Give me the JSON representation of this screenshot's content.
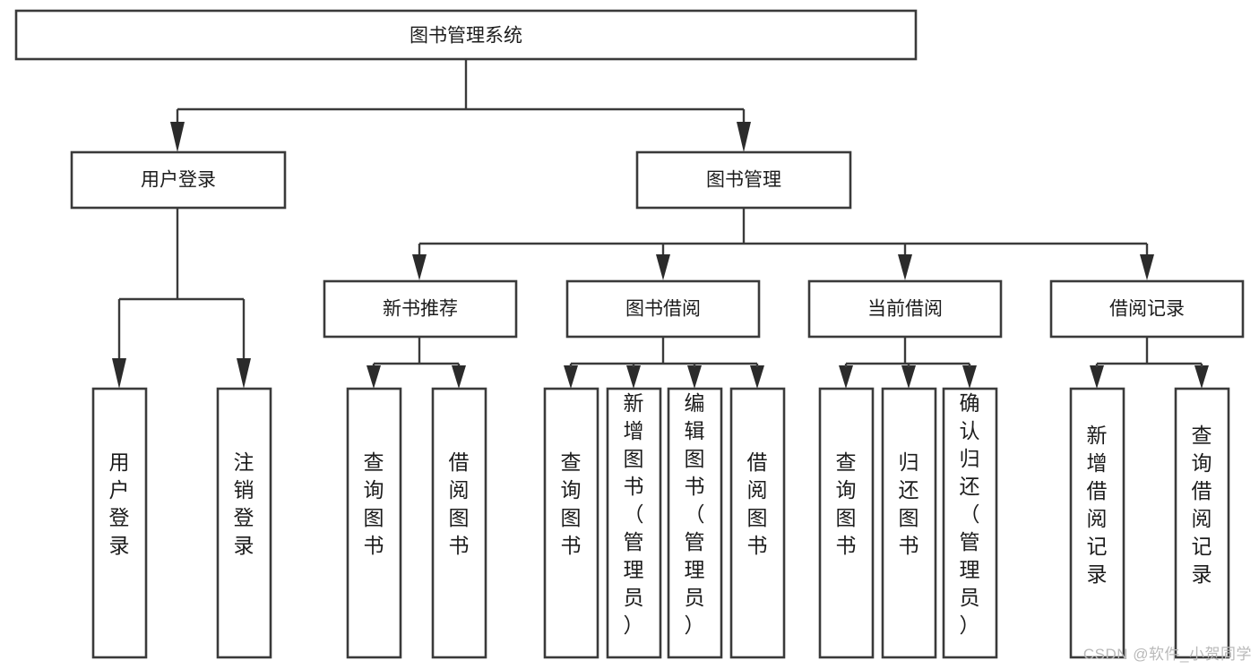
{
  "diagram": {
    "type": "tree-hierarchy-chart",
    "title": "图书管理系统",
    "watermark": "CSDN @软件_小贺同学",
    "nodes": {
      "root": {
        "label": "图书管理系统",
        "level": 0
      },
      "level1": [
        {
          "id": "user-login",
          "label": "用户登录"
        },
        {
          "id": "book-manage",
          "label": "图书管理"
        }
      ],
      "level2": [
        {
          "id": "new-book-rec",
          "label": "新书推荐",
          "parent": "book-manage"
        },
        {
          "id": "book-borrow",
          "label": "图书借阅",
          "parent": "book-manage"
        },
        {
          "id": "current-borrow",
          "label": "当前借阅",
          "parent": "book-manage"
        },
        {
          "id": "borrow-record",
          "label": "借阅记录",
          "parent": "book-manage"
        }
      ],
      "leaves": [
        {
          "id": "leaf-user-login",
          "label": "用户登录",
          "parent": "user-login",
          "tall": false
        },
        {
          "id": "leaf-user-logout",
          "label": "注销登录",
          "parent": "user-login",
          "tall": false
        },
        {
          "id": "leaf-query-book-1",
          "label": "查询图书",
          "parent": "new-book-rec",
          "tall": false
        },
        {
          "id": "leaf-borrow-book-1",
          "label": "借阅图书",
          "parent": "new-book-rec",
          "tall": false
        },
        {
          "id": "leaf-query-book-2",
          "label": "查询图书",
          "parent": "book-borrow",
          "tall": false
        },
        {
          "id": "leaf-add-book",
          "label": "新增图书（管理员）",
          "parent": "book-borrow",
          "tall": true
        },
        {
          "id": "leaf-edit-book",
          "label": "编辑图书（管理员）",
          "parent": "book-borrow",
          "tall": true
        },
        {
          "id": "leaf-borrow-book-2",
          "label": "借阅图书",
          "parent": "book-borrow",
          "tall": false
        },
        {
          "id": "leaf-query-book-3",
          "label": "查询图书",
          "parent": "current-borrow",
          "tall": false
        },
        {
          "id": "leaf-return-book",
          "label": "归还图书",
          "parent": "current-borrow",
          "tall": false
        },
        {
          "id": "leaf-confirm-return",
          "label": "确认归还（管理员）",
          "parent": "current-borrow",
          "tall": true
        },
        {
          "id": "leaf-add-record",
          "label": "新增借阅记录",
          "parent": "borrow-record",
          "tall": false
        },
        {
          "id": "leaf-query-record",
          "label": "查询借阅记录",
          "parent": "borrow-record",
          "tall": false
        }
      ]
    },
    "colors": {
      "stroke": "#3a3a3a",
      "fill": "#ffffff",
      "text": "#1c1c1c",
      "watermark": "#b9b9b9"
    }
  }
}
